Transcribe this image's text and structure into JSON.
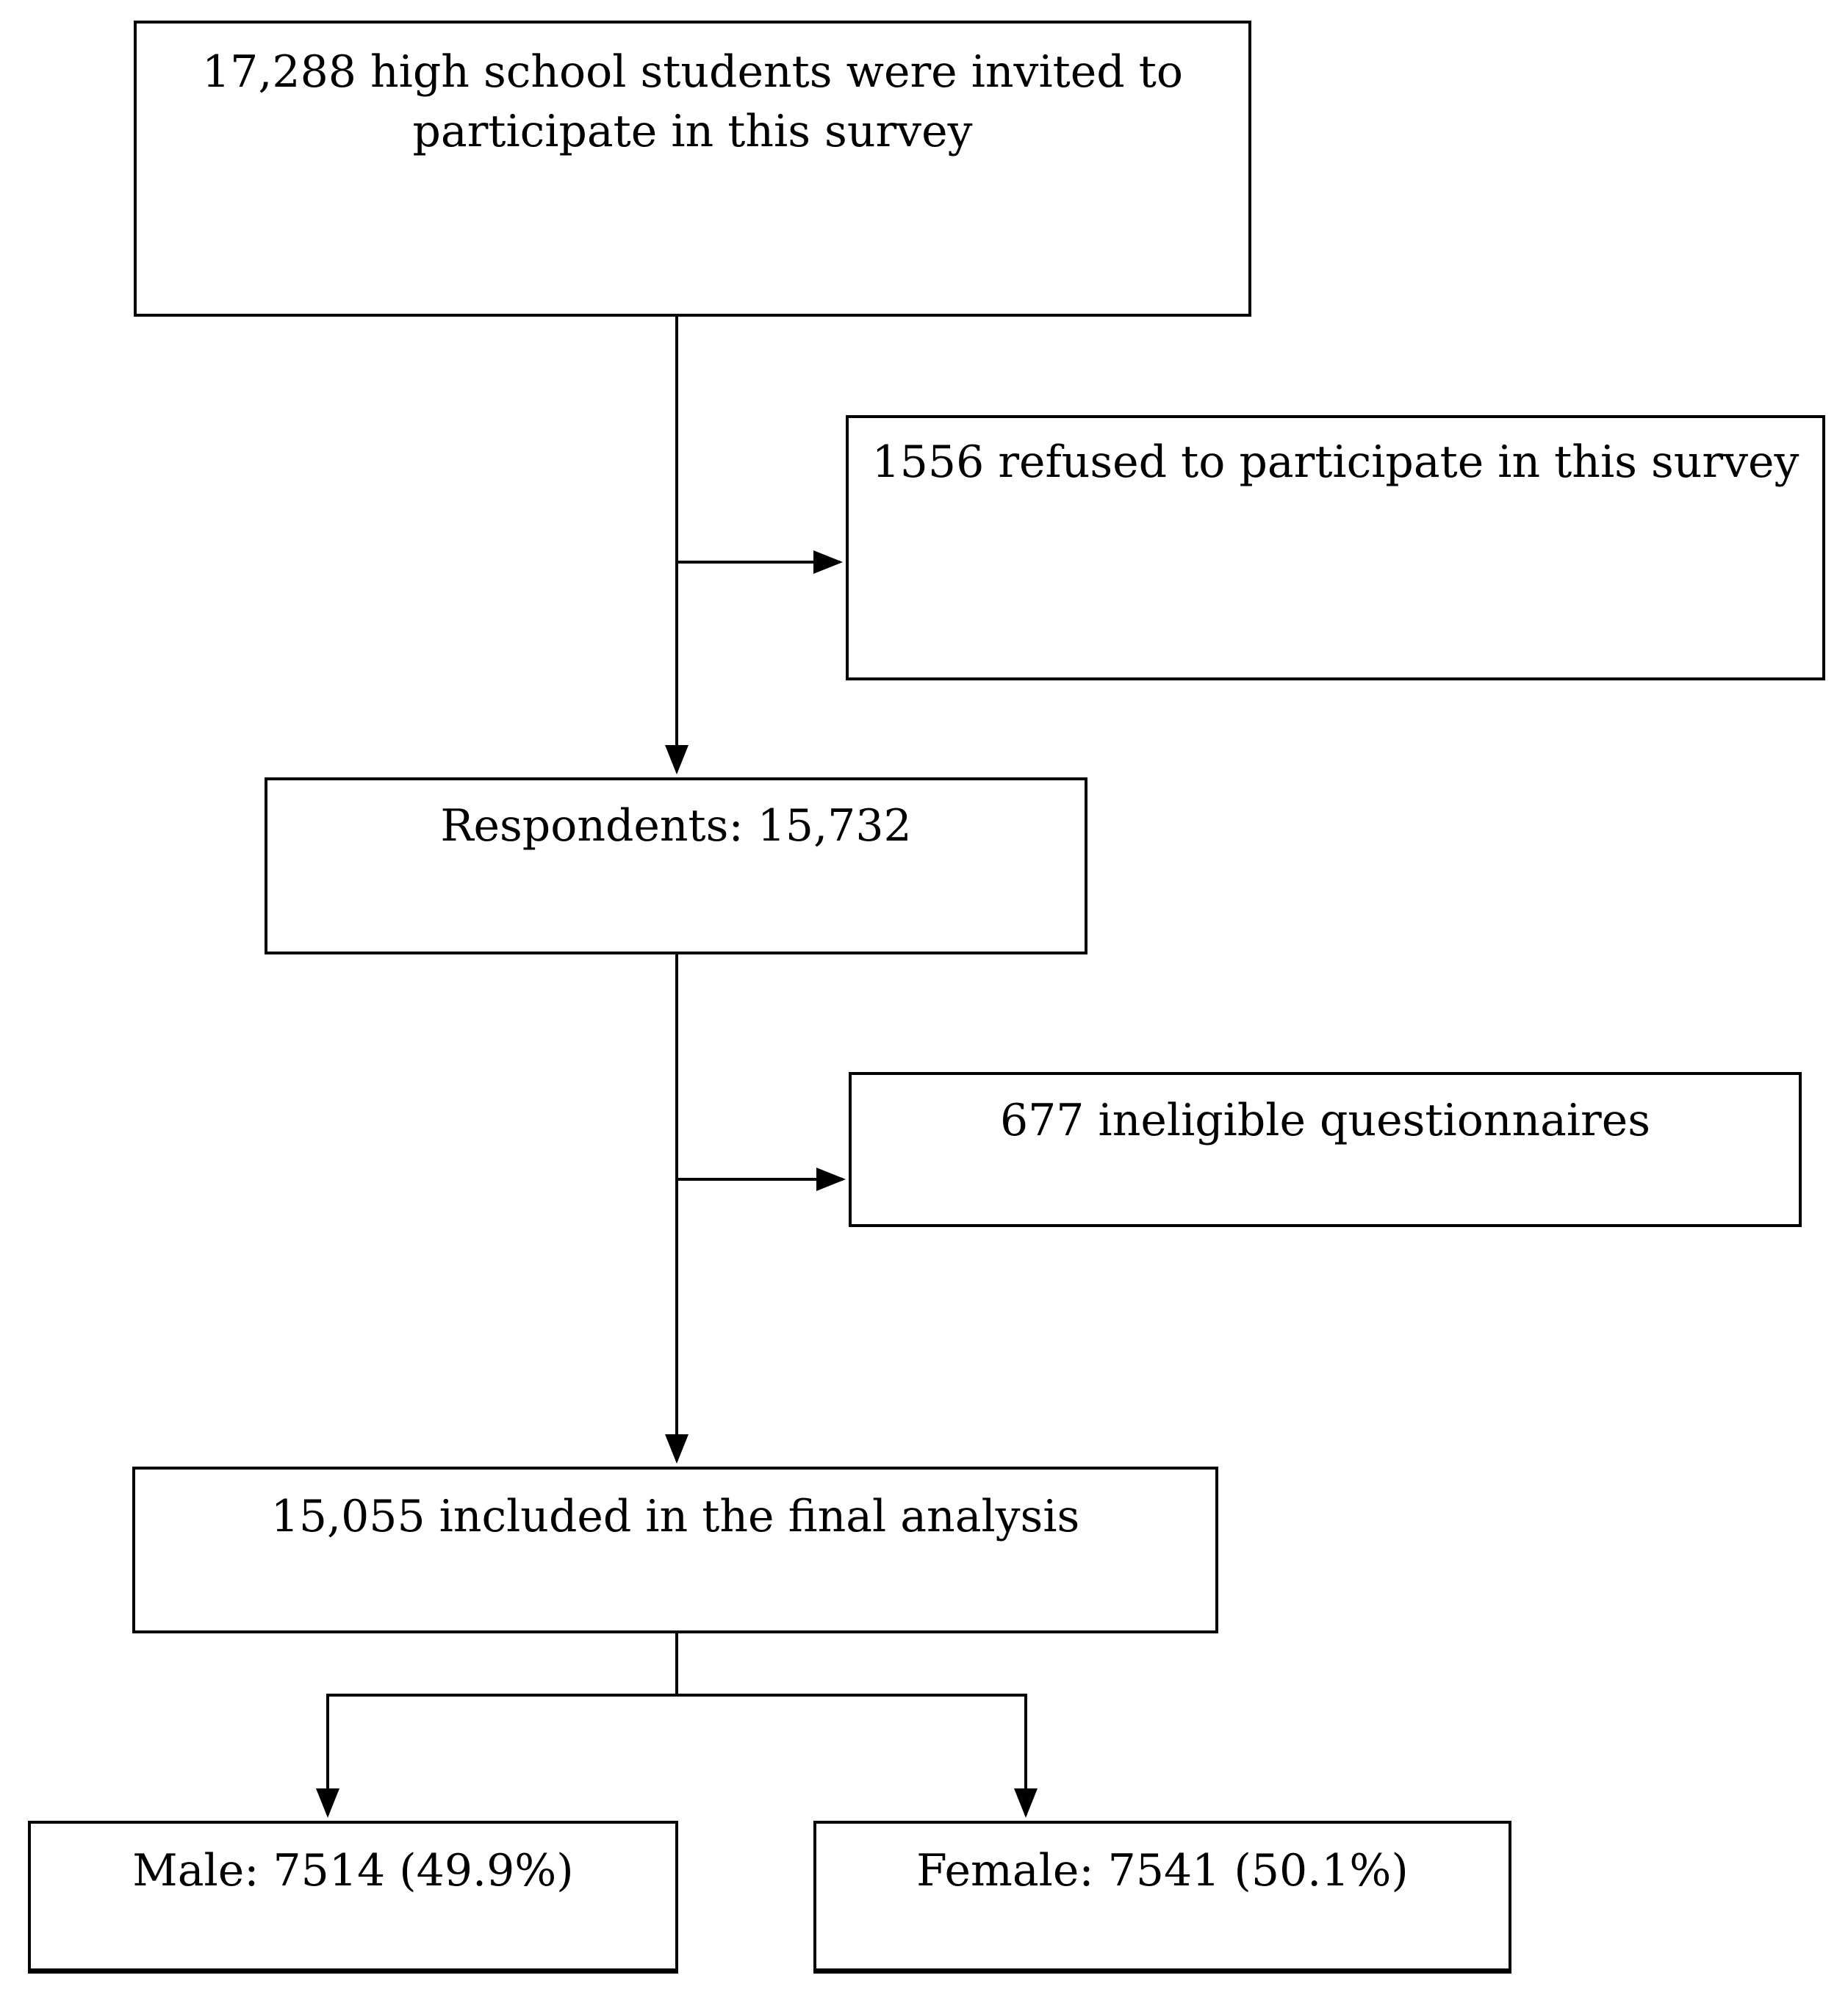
{
  "flowchart": {
    "invited": "17,288 high school students were invited to participate in this survey",
    "refused": "1556 refused to participate in this survey",
    "respondents": "Respondents: 15,732",
    "ineligible": "677 ineligible questionnaires",
    "final_analysis": "15,055 included in the final analysis",
    "male": "Male: 7514 (49.9%)",
    "female": "Female: 7541 (50.1%)"
  },
  "colors": {
    "line": "#000000",
    "background": "#ffffff"
  }
}
